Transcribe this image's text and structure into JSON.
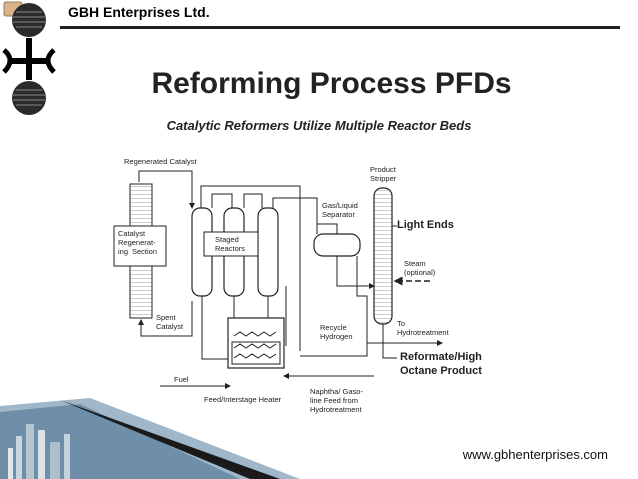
{
  "header": {
    "company": "GBH Enterprises Ltd."
  },
  "slide": {
    "title": "Reforming Process PFDs",
    "subtitle": "Catalytic Reformers Utilize Multiple Reactor Beds"
  },
  "diagram_labels": {
    "regenerated_catalyst": "Regenerated Catalyst",
    "regen_line1": "Catalyst",
    "regen_line2": "Regenerat-",
    "regen_line3": "ing",
    "regen_line4": "Section",
    "staged_line1": "Staged",
    "staged_line2": "Reactors",
    "spent_line1": "Spent",
    "spent_line2": "Catalyst",
    "gas_liquid_line1": "Gas/Liquid",
    "gas_liquid_line2": "Separator",
    "product_line1": "Product",
    "product_line2": "Stripper",
    "light_ends": "Light Ends",
    "steam_line1": "Steam",
    "steam_line2": "(optional)",
    "recycle_line1": "Recycle",
    "recycle_line2": "Hydrogen",
    "to_line1": "To",
    "to_line2": "Hydrotreatment",
    "reformate_line1": "Reformate/High",
    "reformate_line2": "Octane Product",
    "fuel": "Fuel",
    "heater": "Feed/Interstage Heater",
    "naphtha_line1": "Naphtha/ Gaso-",
    "naphtha_line2": "line Feed from",
    "naphtha_line3": "Hydrotreatment"
  },
  "footer": {
    "url": "www.gbhenterprises.com"
  }
}
